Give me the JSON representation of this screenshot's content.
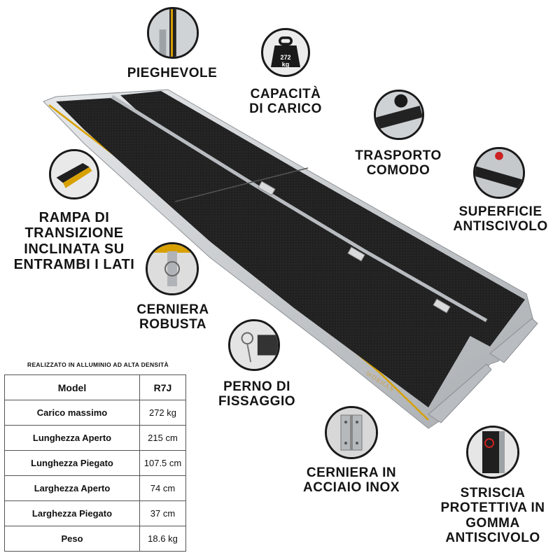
{
  "features": {
    "pieghevole": "PIEGHEVOLE",
    "capacita": "CAPACITÀ\nDI CARICO",
    "capacita_weight": "272",
    "capacita_unit": "kg",
    "trasporto": "TRASPORTO\nCOMODO",
    "superficie": "SUPERFICIE\nANTISCIVOLO",
    "rampa": "RAMPA DI\nTRANSIZIONE\nINCLINATA SU\nENTRAMBI I LATI",
    "cerniera": "CERNIERA\nROBUSTA",
    "perno": "PERNO DI\nFISSAGGIO",
    "cerniera_inox": "CERNIERA IN\nACCIAIO INOX",
    "striscia": "STRISCIA\nPROTETTIVA IN\nGOMMA\nANTISCIVOLO"
  },
  "brand": "WORHAN",
  "specs": {
    "caption": "REALIZZATO IN ALLUMINIO AD ALTA DENSITÀ",
    "header": {
      "key": "Model",
      "value": "R7J"
    },
    "rows": [
      {
        "key": "Carico massimo",
        "value": "272 kg"
      },
      {
        "key": "Lunghezza Aperto",
        "value": "215 cm"
      },
      {
        "key": "Lunghezza Piegato",
        "value": "107.5 cm"
      },
      {
        "key": "Larghezza Aperto",
        "value": "74 cm"
      },
      {
        "key": "Larghezza Piegato",
        "value": "37 cm"
      },
      {
        "key": "Peso",
        "value": "18.6 kg"
      }
    ]
  },
  "colors": {
    "mat": "#222222",
    "aluminium": "#c9cccf",
    "accent": "#e0a300"
  }
}
